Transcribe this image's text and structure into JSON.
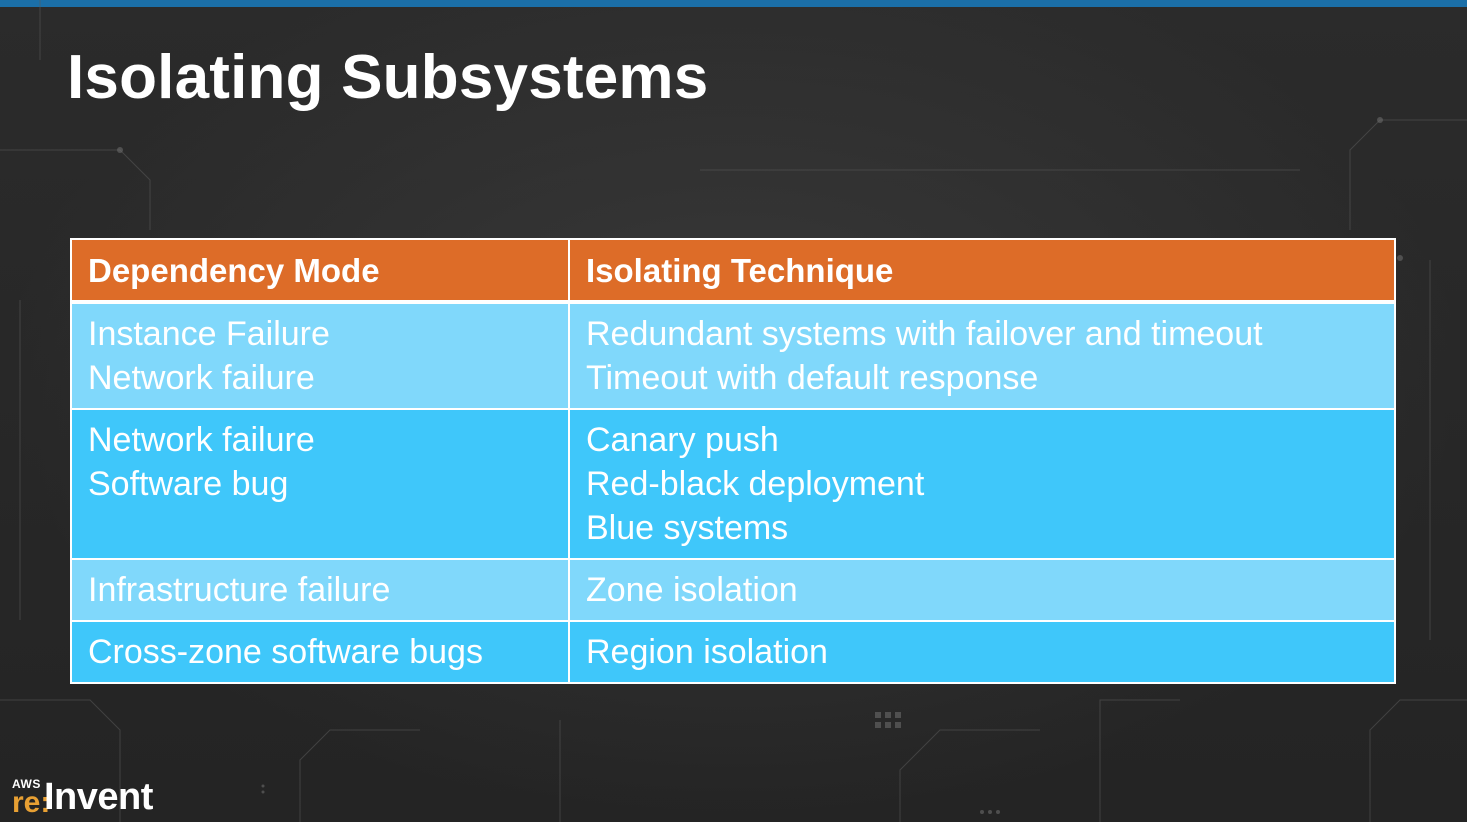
{
  "slide": {
    "title": "Isolating Subsystems",
    "accent_color": "#1b6fa8",
    "header_color": "#dd6c28",
    "row_light_color": "#80d8fb",
    "row_dark_color": "#3fc7fa"
  },
  "table": {
    "headers": [
      "Dependency Mode",
      "Isolating Technique"
    ],
    "rows": [
      {
        "mode": [
          "Instance Failure",
          "Network failure"
        ],
        "technique": [
          "Redundant systems with failover and timeout",
          "Timeout with default response"
        ]
      },
      {
        "mode": [
          "Network failure",
          "Software bug"
        ],
        "technique": [
          "Canary push",
          "Red-black deployment",
          "Blue systems"
        ]
      },
      {
        "mode": [
          "Infrastructure failure"
        ],
        "technique": [
          "Zone isolation"
        ]
      },
      {
        "mode": [
          "Cross-zone software bugs"
        ],
        "technique": [
          "Region isolation"
        ]
      }
    ]
  },
  "logo": {
    "aws": "AWS",
    "re": "re:",
    "invent": "Invent"
  }
}
